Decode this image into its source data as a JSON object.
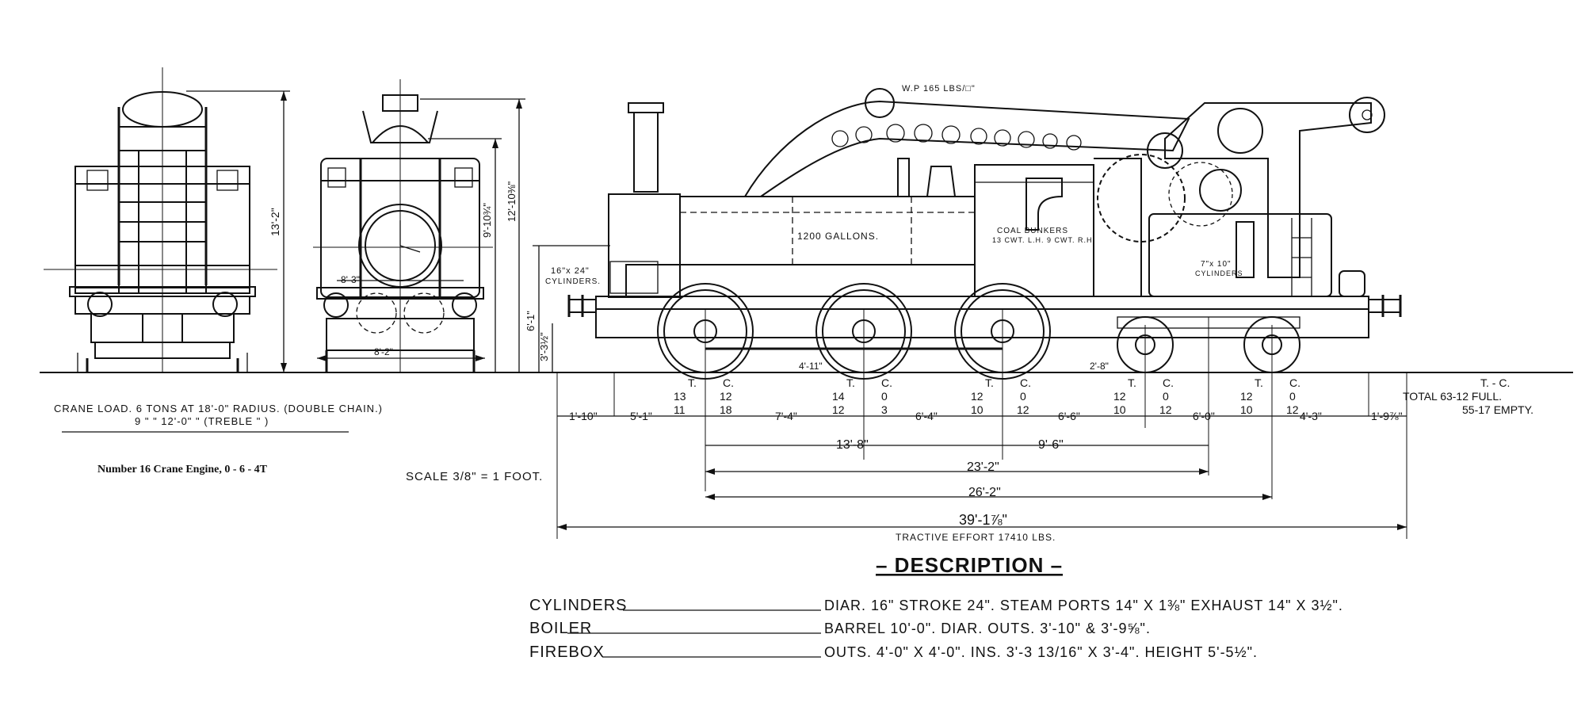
{
  "caption": "Number 16 Crane Engine, 0 - 6 - 4T",
  "crane_load": {
    "line1": "CRANE LOAD.  6 TONS AT 18'-0\" RADIUS. (DOUBLE CHAIN.)",
    "line2": "9  \"  \"  12'-0\"  \"   (TREBLE  \" )"
  },
  "scale": "SCALE 3/8\" = 1 FOOT.",
  "labels": {
    "working_pressure": "W.P 165 LBS/□\"",
    "tank": "1200 GALLONS.",
    "coal_bunkers_1": "COAL BUNKERS",
    "coal_bunkers_2": "13 CWT. L.H. 9 CWT. R.H.",
    "cyl_main_1": "16\"x 24\"",
    "cyl_main_2": "CYLINDERS.",
    "cyl_crane_1": "7\"x 10\"",
    "cyl_crane_2": "CYLINDERS",
    "dim_4_11": "4'-11\"",
    "dim_2_8": "2'-8\"",
    "end_w_8_3": "8'-3\"",
    "end_w_8_2": "8'-2\"",
    "h_13_2": "13'-2\"",
    "h_9_10": "9'-10¾\"",
    "h_12_10": "12'-10⅜\"",
    "h_6_1": "6'-1\"",
    "h_3_3": "3'-3½\""
  },
  "axle_loads": [
    {
      "t_label": "T.",
      "c_label": "C.",
      "full_t": "13",
      "full_c": "12",
      "empty_t": "11",
      "empty_c": "18"
    },
    {
      "t_label": "T.",
      "c_label": "C.",
      "full_t": "14",
      "full_c": "0",
      "empty_t": "12",
      "empty_c": "3"
    },
    {
      "t_label": "T.",
      "c_label": "C.",
      "full_t": "12",
      "full_c": "0",
      "empty_t": "10",
      "empty_c": "12"
    },
    {
      "t_label": "T.",
      "c_label": "C.",
      "full_t": "12",
      "full_c": "0",
      "empty_t": "10",
      "empty_c": "12"
    },
    {
      "t_label": "T.",
      "c_label": "C.",
      "full_t": "12",
      "full_c": "0",
      "empty_t": "10",
      "empty_c": "12"
    }
  ],
  "total": {
    "header": "T. - C.",
    "full": "TOTAL 63-12 FULL.",
    "empty": "55-17 EMPTY."
  },
  "spacing": [
    "1'-10\"",
    "5'-1\"",
    "7'-4\"",
    "6'-4\"",
    "6'-6\"",
    "6'-0\"",
    "4'-3\"",
    "1'-9⅞\""
  ],
  "overall": {
    "d1": "13'-8\"",
    "d2": "9'-6\"",
    "d3": "23'-2\"",
    "d4": "26'-2\"",
    "d5": "39'-1⅞\""
  },
  "tractive_effort": "TRACTIVE EFFORT  17410 LBS.",
  "description": {
    "title": "– DESCRIPTION –",
    "rows": [
      {
        "name": "CYLINDERS",
        "value": "DIAR. 16\" STROKE 24\".  STEAM PORTS 14\" X 1⅜\"  EXHAUST 14\" X 3½\"."
      },
      {
        "name": "BOILER",
        "value": "BARREL 10'-0\".  DIAR. OUTS. 3'-10\" & 3'-9⅝\"."
      },
      {
        "name": "FIREBOX",
        "value": "OUTS. 4'-0\" X 4'-0\".   INS. 3'-3 13/16\" X 3'-4\".     HEIGHT 5'-5½\"."
      }
    ]
  }
}
